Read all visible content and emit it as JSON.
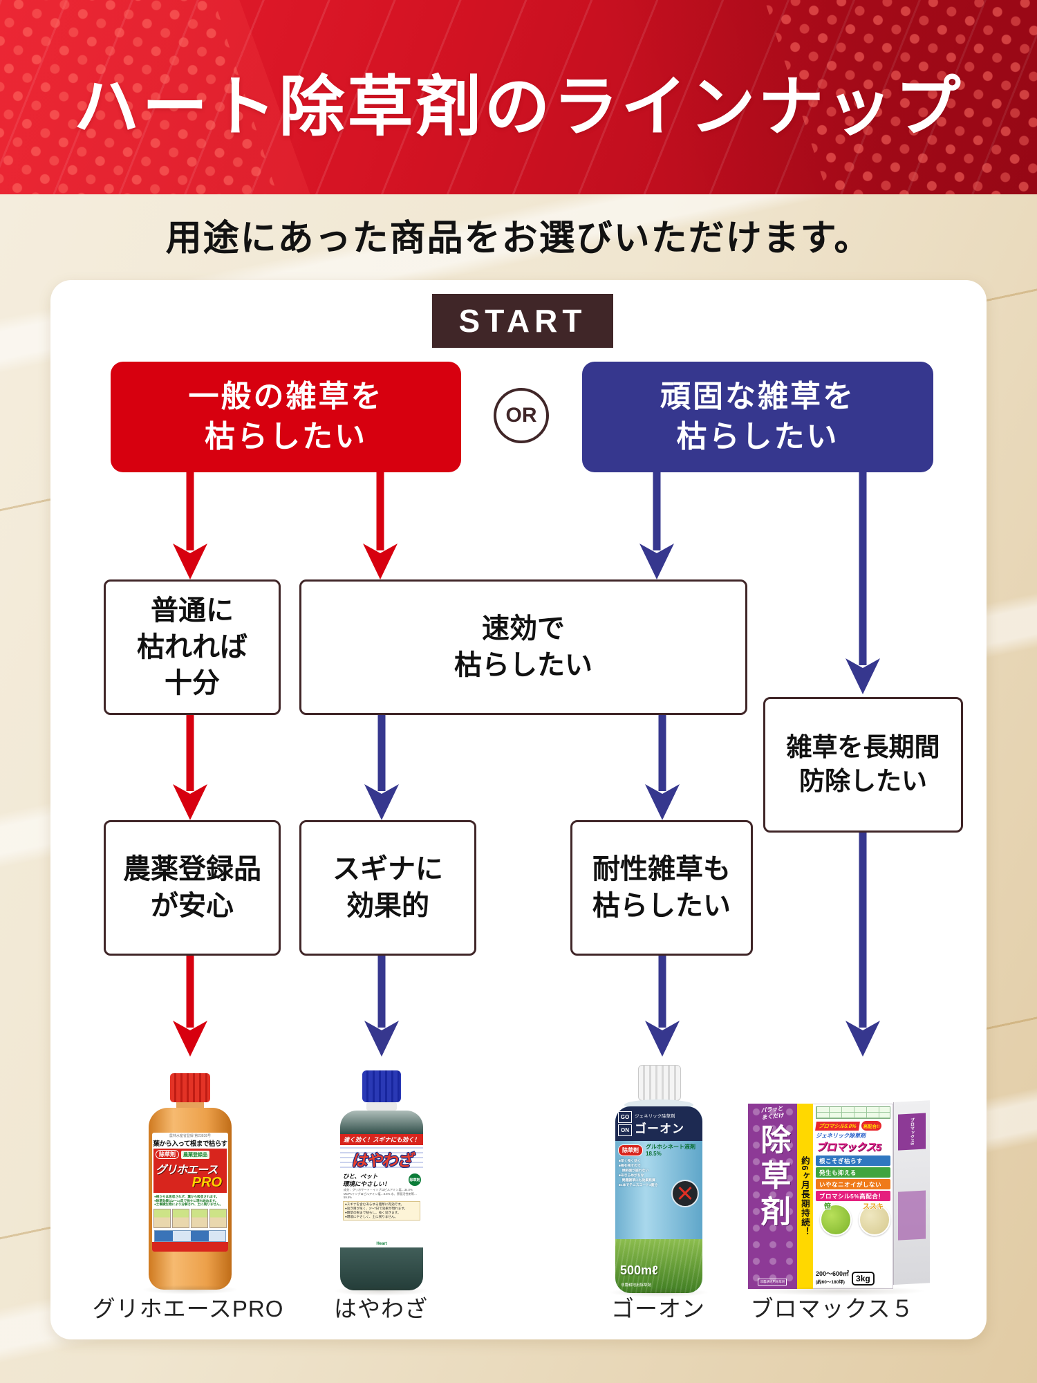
{
  "header": {
    "title": "ハート除草剤のラインナップ",
    "bg_color": "#c8101f"
  },
  "subtitle": "用途にあった商品をお選びいただけます。",
  "colors": {
    "red": "#d7000f",
    "blue": "#36378e",
    "dark_brown": "#402628",
    "card": "#ffffff"
  },
  "flow": {
    "start_label": "START",
    "or_label": "OR",
    "branch_red": {
      "line1": "一般の雑草を",
      "line2": "枯らしたい"
    },
    "branch_blue": {
      "line1": "頑固な雑草を",
      "line2": "枯らしたい"
    },
    "box_normal": {
      "line1": "普通に",
      "line2": "枯れれば",
      "line3": "十分"
    },
    "box_fast": {
      "line1": "速効で",
      "line2": "枯らしたい"
    },
    "box_long": {
      "line1": "雑草を長期間",
      "line2": "防除したい"
    },
    "box_registered": {
      "line1": "農薬登録品",
      "line2": "が安心"
    },
    "box_sugina": {
      "line1": "スギナに",
      "line2": "効果的"
    },
    "box_resistant": {
      "line1": "耐性雑草も",
      "line2": "枯らしたい"
    }
  },
  "products": [
    {
      "caption": "グリホエースPRO",
      "reg_no": "農林水産省登録 第23838号",
      "tagline": "葉から入って根まで枯らす",
      "badge": "除草剤",
      "badge2": "農薬登録品",
      "brand": "グリホエース",
      "brand_sub": "PRO",
      "green_lines": [
        "●根からは吸収されず、葉から吸収されます。",
        "●除草効果は2〜14日で徐々に現れ始めます。",
        "●土壌微生物により分解され、土に残りません。"
      ]
    },
    {
      "caption": "はやわざ",
      "strip": "速く効く！スギナにも効く！",
      "brand": "はやわざ",
      "tag1": "ひと、ペット",
      "tag2": "環境にやさしい！",
      "badge": "除草剤",
      "bullets": [
        "●スギナを含むあらゆる雑草に有効です。",
        "●効き目が早く、2〜7日で効果が現れます。",
        "●雑草の根まで枯らし、長く効きます。",
        "●環境にやさしく、土に残りません。"
      ],
      "logo": "Heart"
    },
    {
      "caption": "ゴーオン",
      "logo_top": "GO",
      "logo_bottom": "ON",
      "category": "ジェネリック除草剤",
      "brand": "ゴーオン",
      "badge": "除草剤",
      "spec1": "グルホシネート液剤",
      "spec2": "18.5%",
      "bullets": [
        "■早く長く効く",
        "■根を残すので",
        "　傾斜面が崩れない",
        "■あきらめがちな",
        "　問題雑草にも効果発揮",
        "■1本でテニスコート4面分"
      ],
      "volume": "500mℓ",
      "volume_note": "非農耕地用除草剤"
    },
    {
      "caption": "ブロマックス５",
      "scatter1": "パラッと",
      "scatter2": "まくだけ",
      "vertical_title": "除草剤",
      "duration": "約6ヶ月長期持続！",
      "banner1": "ブロマシル5.0%",
      "banner2": "高配合!!",
      "category": "ジェネリック除草剤",
      "brand": "ブロマックス5",
      "strips": [
        "根こそぎ枯らす",
        "発生も抑える",
        "いやなニオイがしない",
        "ブロマシル5%高配合！"
      ],
      "circle1": "笹",
      "circle2": "ススキ",
      "area": "200〜600㎡",
      "area_note": "(約60〜180坪)",
      "weight": "3kg",
      "purple_note": "非農耕地用除草剤",
      "side_text": "ブロマックス5"
    }
  ]
}
